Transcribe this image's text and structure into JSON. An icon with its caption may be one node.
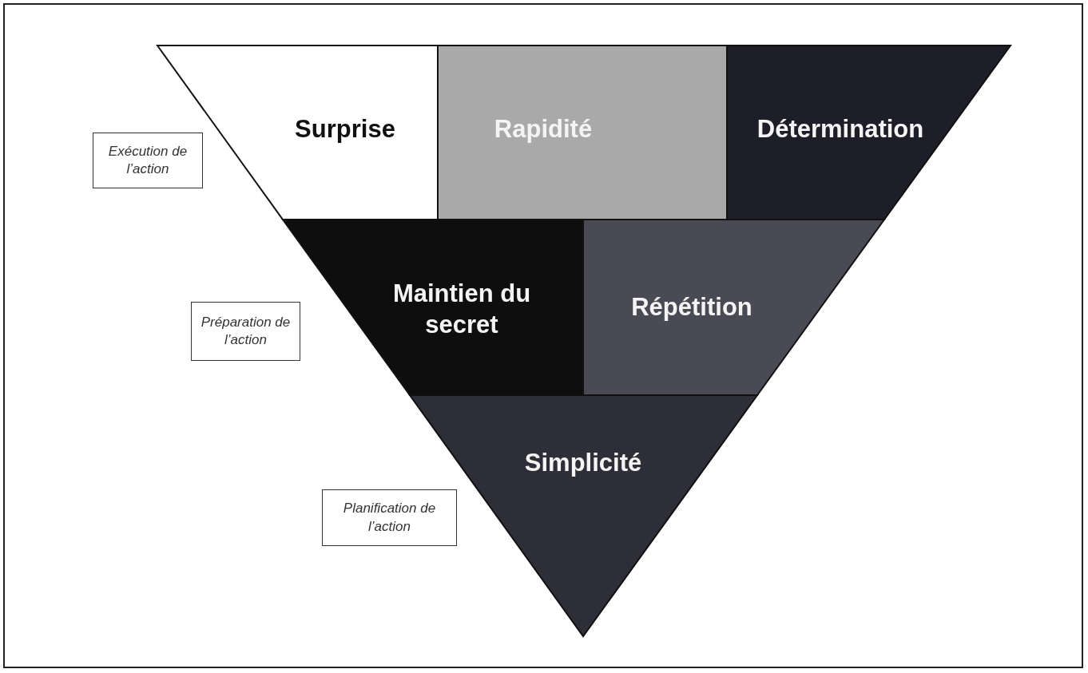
{
  "diagram": {
    "nodes": [
      {
        "text": [
          "Exécution de l’action"
        ]
      },
      {
        "text": [
          "Surprise"
        ]
      },
      {
        "text": [
          "Rapidité"
        ]
      },
      {
        "text": [
          "Détermination"
        ]
      },
      {
        "text": [
          "Préparation de l’action"
        ]
      },
      {
        "text": [
          "Maintien du secret"
        ]
      },
      {
        "text": [
          "Répétition"
        ]
      },
      {
        "text": [
          "Planification de l’action"
        ]
      },
      {
        "text": [
          "Simplicité"
        ]
      }
    ]
  }
}
